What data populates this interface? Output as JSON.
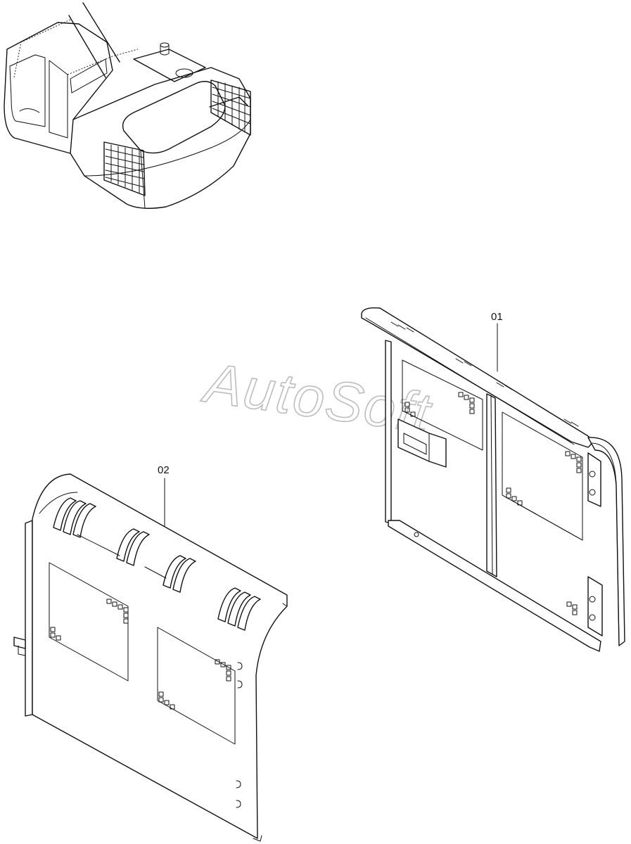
{
  "labels": {
    "part_01": "01",
    "part_02": "02"
  },
  "watermark": "AutoSoft",
  "colors": {
    "line": "#111111",
    "watermark": "#bdbdbd",
    "background": "#ffffff"
  }
}
